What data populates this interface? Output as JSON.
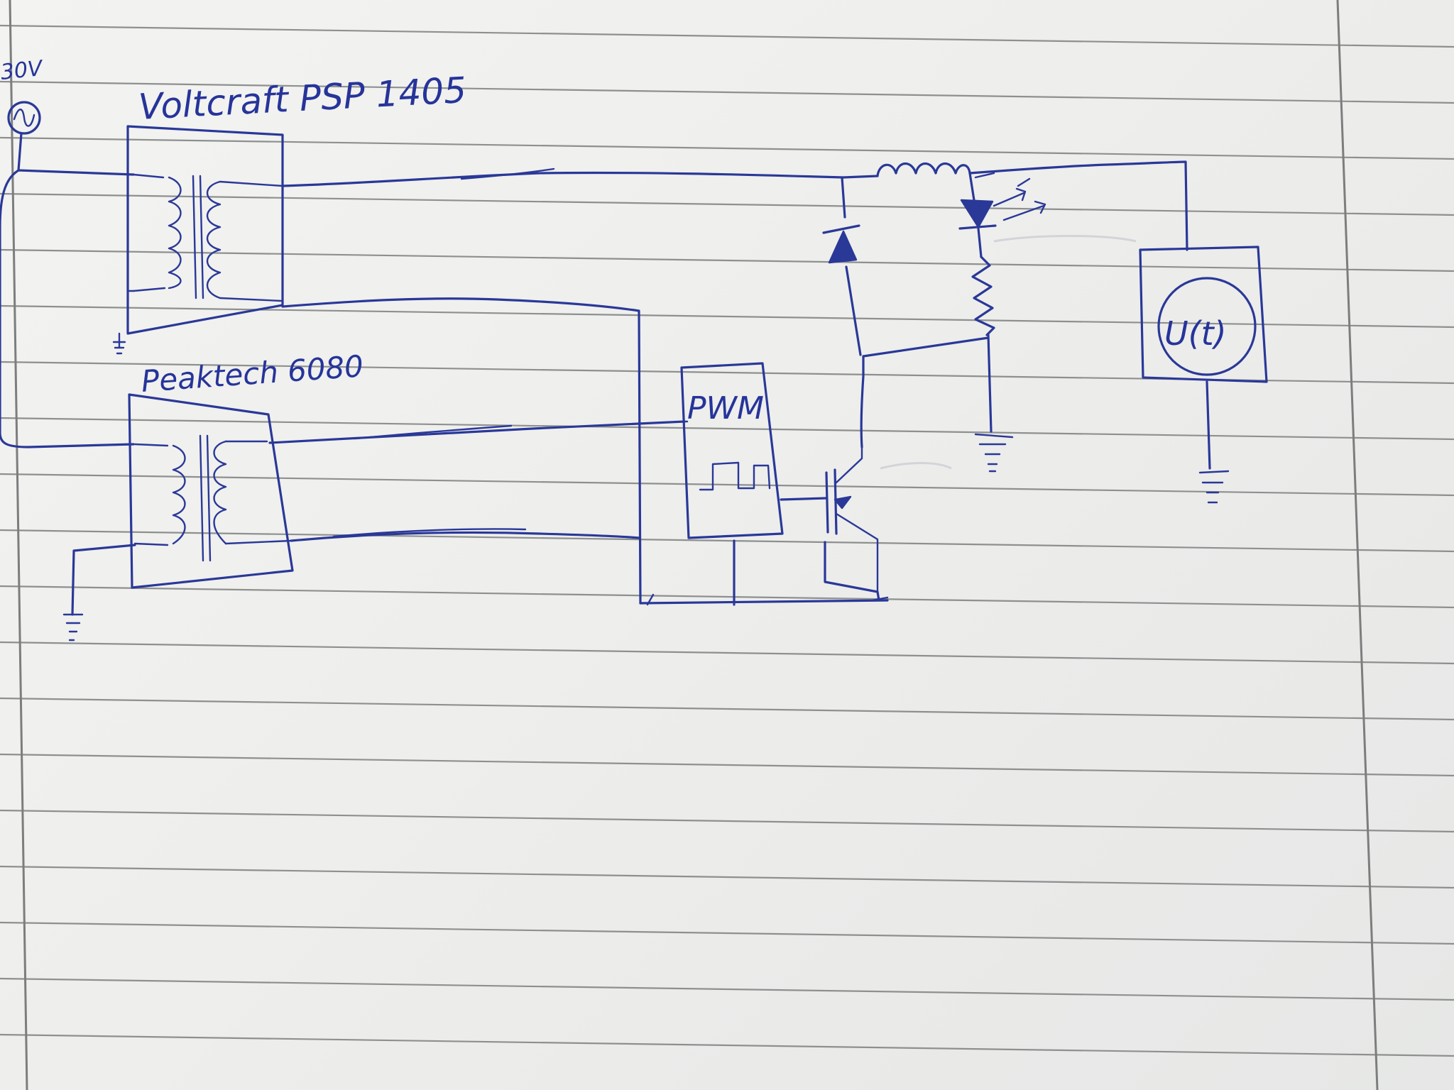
{
  "labels": {
    "source_voltage": "30V",
    "supply_top": "Voltcraft PSP 1405",
    "supply_bottom": "Peaktech 6080",
    "pwm_block": "PWM",
    "meter": "U(t)"
  },
  "colors": {
    "ink": "#2a3898",
    "paper": "#efefed",
    "ruling": "#8e9090"
  },
  "icons": {
    "ac_source": "ac-source-icon",
    "transformer": "transformer-icon",
    "inductor": "inductor-icon",
    "diode": "diode-icon",
    "led": "led-icon",
    "resistor": "resistor-icon",
    "transistor": "igbt-transistor-icon",
    "ground": "ground-icon",
    "pulse": "square-pulse-icon",
    "voltmeter": "voltmeter-icon"
  }
}
